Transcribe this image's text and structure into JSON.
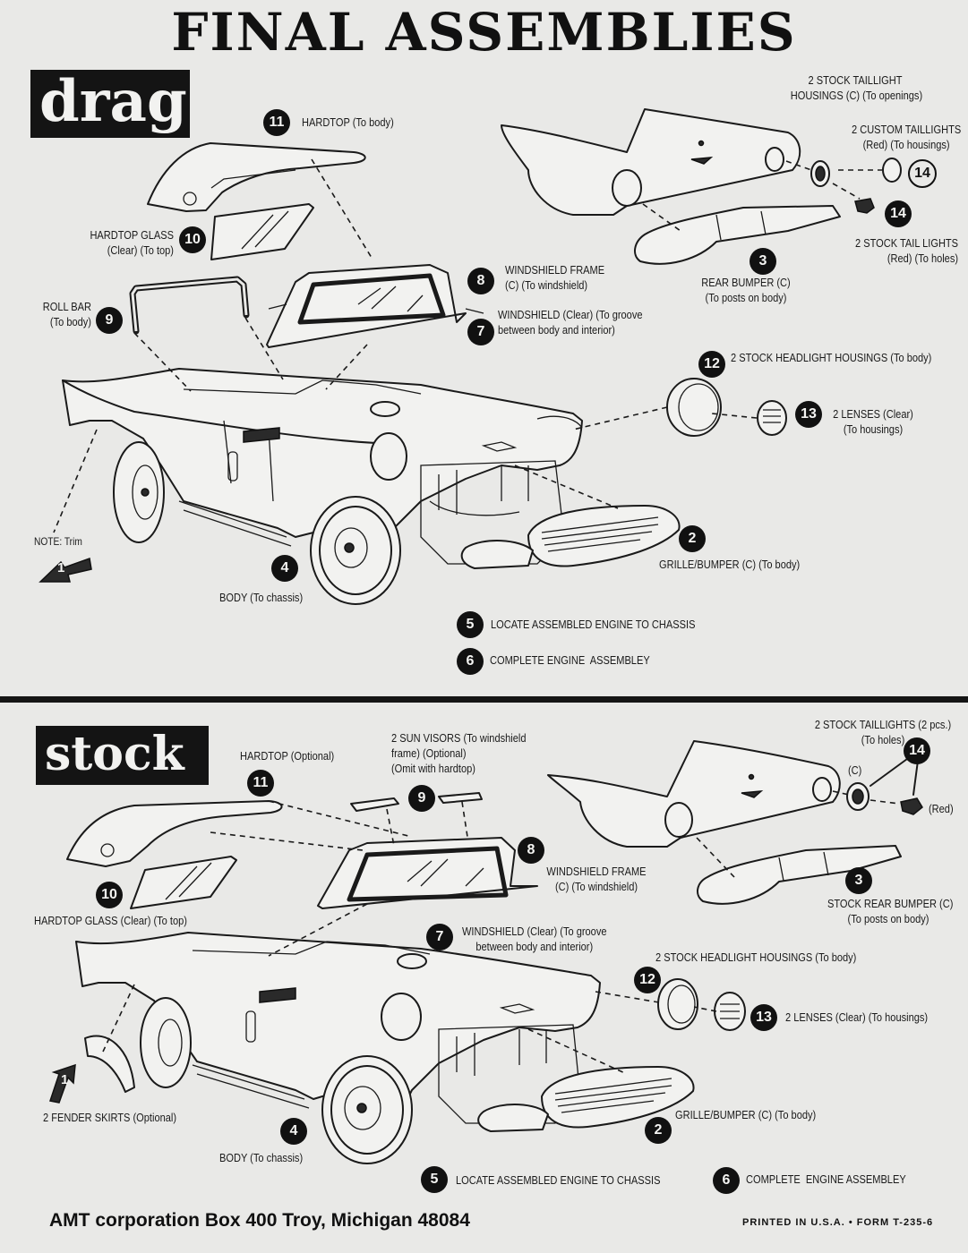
{
  "page": {
    "title": "FINAL ASSEMBLIES",
    "footer_left": "AMT corporation Box 400 Troy, Michigan 48084",
    "footer_right": "PRINTED IN U.S.A. • FORM T-235-6"
  },
  "drag": {
    "tag": "drag",
    "callouts": [
      {
        "num": "11",
        "text": "HARDTOP (To body)"
      },
      {
        "num": "10",
        "text": "HARDTOP GLASS\n(Clear) (To top)"
      },
      {
        "num": "9",
        "text": "ROLL BAR\n(To body)"
      },
      {
        "num": "8",
        "text": "WINDSHIELD FRAME\n(C) (To windshield)"
      },
      {
        "num": "7",
        "text": "WINDSHIELD (Clear) (To groove\nbetween body and interior)"
      },
      {
        "num": "3",
        "text": "REAR BUMPER (C)\n(To posts on body)"
      },
      {
        "num": "12",
        "text": "2 STOCK HEADLIGHT HOUSINGS (To body)"
      },
      {
        "num": "13",
        "text": "2 LENSES (Clear)\n(To housings)"
      },
      {
        "num": "2",
        "text": "GRILLE/BUMPER (C) (To body)"
      },
      {
        "num": "4",
        "text": "BODY (To chassis)"
      },
      {
        "num": "5",
        "text": "LOCATE ASSEMBLED ENGINE TO CHASSIS"
      },
      {
        "num": "6",
        "text": "COMPLETE ENGINE  ASSEMBLEY"
      },
      {
        "num": "1",
        "text": "NOTE: Trim"
      },
      {
        "num": "14",
        "text": "2 CUSTOM TAILLIGHTS\n(Red) (To housings)"
      },
      {
        "num": "14",
        "text": "2 STOCK TAIL LIGHTS\n(Red) (To holes)"
      }
    ],
    "taillight_housings": "2 STOCK TAILLIGHT\nHOUSINGS (C) (To openings)"
  },
  "stock": {
    "tag": "stock",
    "callouts": [
      {
        "num": "11",
        "text": "HARDTOP (Optional)"
      },
      {
        "num": "9",
        "text": "2 SUN VISORS (To windshield\nframe) (Optional)\n(Omit with hardtop)"
      },
      {
        "num": "14",
        "text": "2 STOCK TAILLIGHTS (2 pcs.)\n(To holes)"
      },
      {
        "num": "8",
        "text": "WINDSHIELD FRAME\n(C) (To windshield)"
      },
      {
        "num": "10",
        "text": "HARDTOP GLASS (Clear) (To top)"
      },
      {
        "num": "7",
        "text": "WINDSHIELD (Clear) (To groove\nbetween body and interior)"
      },
      {
        "num": "3",
        "text": "STOCK REAR BUMPER (C)\n(To posts on body)"
      },
      {
        "num": "12",
        "text": "2 STOCK HEADLIGHT HOUSINGS (To body)"
      },
      {
        "num": "13",
        "text": "2 LENSES (Clear) (To housings)"
      },
      {
        "num": "1",
        "text": "2 FENDER SKIRTS (Optional)"
      },
      {
        "num": "4",
        "text": "BODY (To chassis)"
      },
      {
        "num": "2",
        "text": "GRILLE/BUMPER (C) (To body)"
      },
      {
        "num": "5",
        "text": "LOCATE ASSEMBLED ENGINE TO CHASSIS"
      },
      {
        "num": "6",
        "text": "COMPLETE  ENGINE ASSEMBLEY"
      }
    ],
    "taillight_c": "(C)",
    "taillight_red": "(Red)"
  }
}
